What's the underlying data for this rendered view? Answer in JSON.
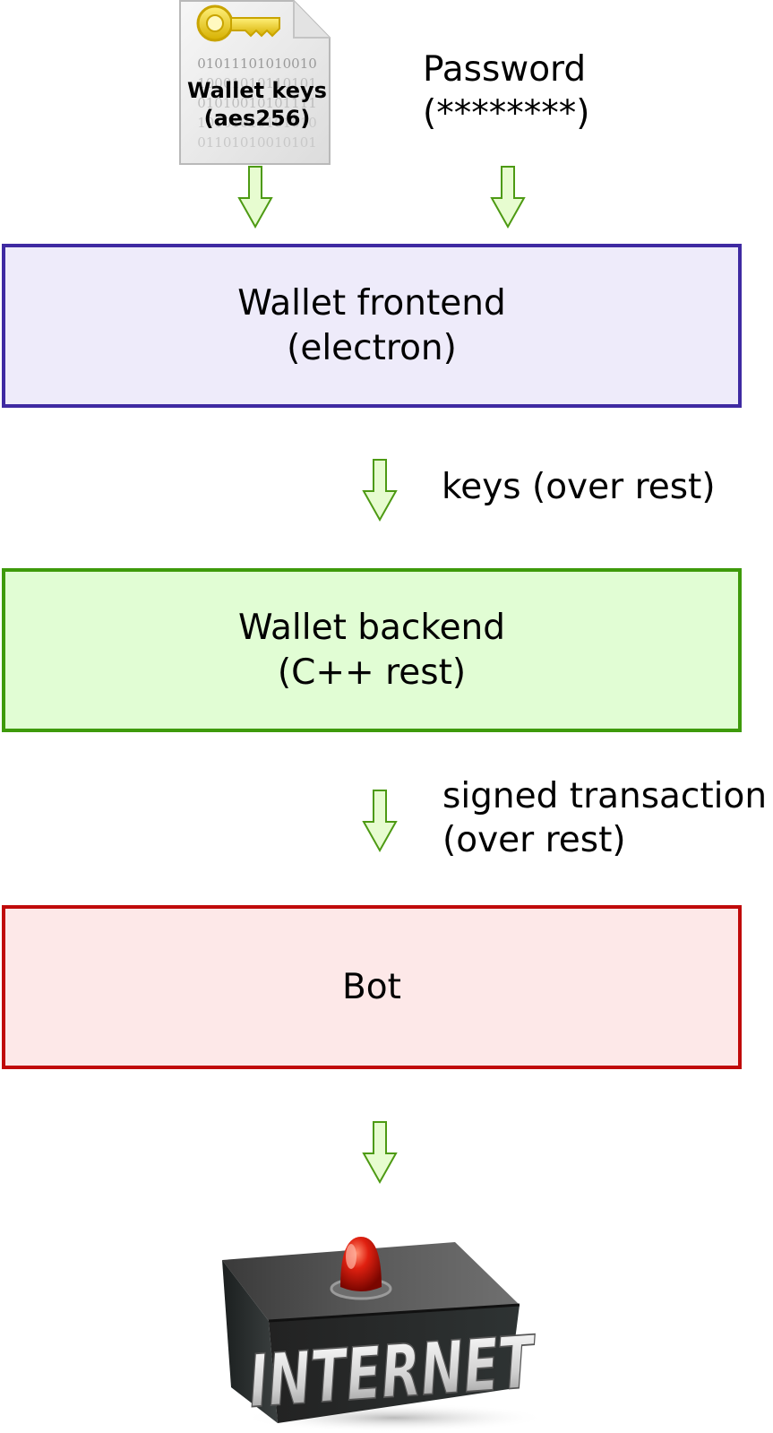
{
  "keys_file": {
    "icon": "key-file-icon",
    "binary_lines": [
      "01011101010010",
      "10001010110101",
      "01010010101111",
      "10101010101010",
      "01101010010101"
    ],
    "caption_line1": "Wallet keys",
    "caption_line2": "(aes256)"
  },
  "password": {
    "line1": "Password",
    "line2": "(********)"
  },
  "frontend": {
    "line1": "Wallet frontend",
    "line2": "(electron)",
    "fill": "#eeebfa",
    "border": "#3f2aa2"
  },
  "edge_frontend_backend": {
    "line1": "keys (over rest)"
  },
  "backend": {
    "line1": "Wallet backend",
    "line2": "(C++ rest)",
    "fill": "#e1fdd4",
    "border": "#3e9a0b"
  },
  "edge_backend_bot": {
    "line1": "signed transaction",
    "line2": "(over rest)"
  },
  "bot": {
    "line1": "Bot",
    "fill": "#fde8e8",
    "border": "#c00a0a"
  },
  "internet": {
    "icon": "internet-alarm-box-icon",
    "text": "INTERNET"
  },
  "arrow_color": "#4d9a13",
  "arrow_fill": "#e7fcd0"
}
